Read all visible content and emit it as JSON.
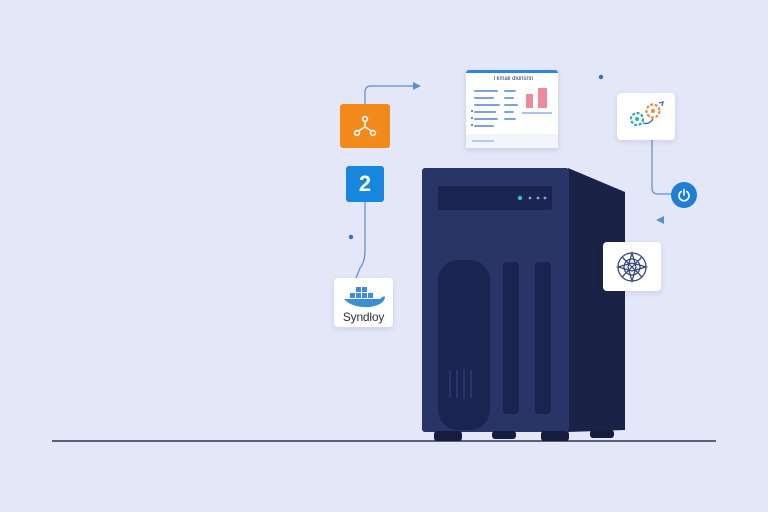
{
  "badges": {
    "number_card": "2"
  },
  "docker_card": {
    "label": "Syndloy"
  },
  "dashboard_card": {
    "title": "Tkmail dlonsnn"
  },
  "colors": {
    "background": "#e3e7f7",
    "server_body": "#283566",
    "server_side": "#1a2247",
    "accent_orange": "#f4891b",
    "accent_blue": "#1787de",
    "connector_line": "#5a8fd0",
    "floor_line": "#2c3652"
  },
  "icons": {
    "orange_card": "network-share-icon",
    "docker_card": "docker-whale-icon",
    "gears_card": "gears-icon",
    "settings_card": "compass-icon",
    "power_button": "power-icon"
  }
}
